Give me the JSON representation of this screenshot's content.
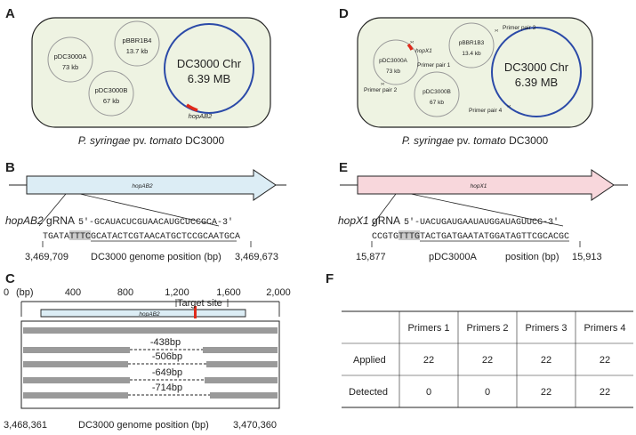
{
  "panels": {
    "A": {
      "letter": "A",
      "plasmids": [
        {
          "name": "pDC3000A",
          "size": "73 kb"
        },
        {
          "name": "pBBR1B4",
          "size": "13.7 kb"
        },
        {
          "name": "pDC3000B",
          "size": "67 kb"
        }
      ],
      "chromosome": {
        "name": "DC3000 Chr",
        "size": "6.39 MB"
      },
      "target_gene": "hopAB2",
      "caption": {
        "species": "P. syringae",
        "pv": "pv.",
        "pathovar": "tomato",
        "strain": "DC3000"
      }
    },
    "B": {
      "letter": "B",
      "gene": "hopAB2",
      "grna_label_gene": "hopAB2",
      "grna_label": "gRNA",
      "grna_seq": "5′-GCAUACUCGUAACAUGCUCCGCA-3′",
      "genome_seq_pre": "TGATA",
      "pam": "TTTC",
      "genome_seq_post": "GCATACTCGTAACATGCTCCGCAATGCA",
      "pos_start": "3,469,709",
      "pos_end": "3,469,673",
      "position_label": "DC3000 genome position (bp)"
    },
    "C": {
      "letter": "C",
      "axis_unit": "(bp)",
      "ticks": [
        "0",
        "400",
        "800",
        "1,200",
        "1,600",
        "2,000"
      ],
      "gene": "hopAB2",
      "target_label": "Target site",
      "deletions": [
        "-438bp",
        "-506bp",
        "-649bp",
        "-714bp"
      ],
      "pos_start": "3,468,361",
      "pos_end": "3,470,360",
      "position_label": "DC3000 genome position (bp)"
    },
    "D": {
      "letter": "D",
      "plasmids": [
        {
          "name": "pDC3000A",
          "size": "73 kb"
        },
        {
          "name": "pBBR1B3",
          "size": "13.4 kb"
        },
        {
          "name": "pDC3000B",
          "size": "67 kb"
        }
      ],
      "chromosome": {
        "name": "DC3000 Chr",
        "size": "6.39 MB"
      },
      "target_gene": "hopX1",
      "primers": [
        "Primer pair 1",
        "Primer pair 2",
        "Primer pair 3",
        "Primer pair 4"
      ],
      "caption": {
        "species": "P. syringae",
        "pv": "pv.",
        "pathovar": "tomato",
        "strain": "DC3000"
      }
    },
    "E": {
      "letter": "E",
      "gene": "hopX1",
      "grna_label_gene": "hopX1",
      "grna_label": "gRNA",
      "grna_seq": "5′-UACUGAUGAAUAUGGAUAGUUCG-3′",
      "genome_seq_pre": "CCGTG",
      "pam": "TTTG",
      "genome_seq_post": "TACTGATGAATATGGATAGTTCGCACGC",
      "pos_start": "15,877",
      "pos_end": "15,913",
      "position_label": "pDC3000A",
      "position_label2": "position (bp)"
    },
    "F": {
      "letter": "F",
      "headers": [
        "",
        "Primers 1",
        "Primers 2",
        "Primers 3",
        "Primers 4"
      ],
      "rows": [
        {
          "label": "Applied",
          "values": [
            "22",
            "22",
            "22",
            "22"
          ]
        },
        {
          "label": "Detected",
          "values": [
            "0",
            "0",
            "22",
            "22"
          ]
        }
      ]
    }
  },
  "colors": {
    "cell_fill": "#eef3e2",
    "chromosome": "#2b4aa8",
    "target_mark": "#e02a1a",
    "hopAB2_arrow": "#dcedf5",
    "hopX1_arrow": "#f8d7dc",
    "pam_highlight": "#cccccc",
    "deletion_bar": "#9a9a9a"
  }
}
